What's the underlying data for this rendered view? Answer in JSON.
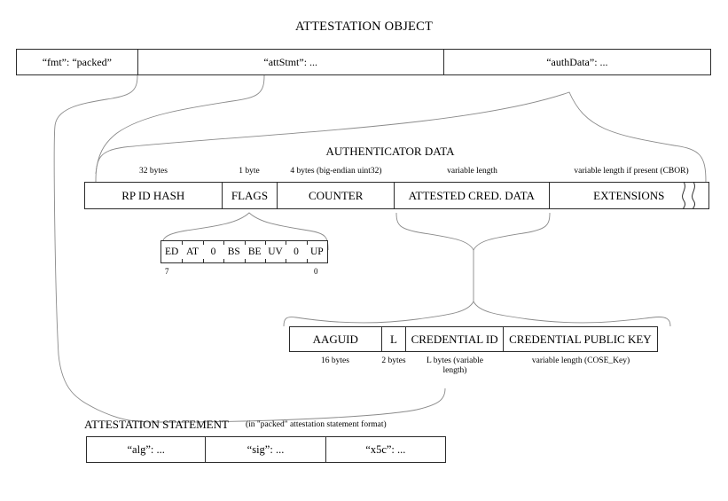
{
  "title": "ATTESTATION OBJECT",
  "attestation_object": {
    "fields": [
      {
        "label": "“fmt”: “packed”"
      },
      {
        "label": "“attStmt”: ..."
      },
      {
        "label": "“authData”: ..."
      }
    ]
  },
  "authenticator_data": {
    "title": "AUTHENTICATOR DATA",
    "fields": [
      {
        "label": "RP ID HASH",
        "size": "32 bytes"
      },
      {
        "label": "FLAGS",
        "size": "1 byte"
      },
      {
        "label": "COUNTER",
        "size": "4 bytes (big-endian uint32)"
      },
      {
        "label": "ATTESTED CRED. DATA",
        "size": "variable length"
      },
      {
        "label": "EXTENSIONS",
        "size": "variable length if present (CBOR)"
      }
    ]
  },
  "flags": {
    "bits": [
      "ED",
      "AT",
      "0",
      "BS",
      "BE",
      "UV",
      "0",
      "UP"
    ],
    "high_bit_label": "7",
    "low_bit_label": "0"
  },
  "attested_credential_data": {
    "fields": [
      {
        "label": "AAGUID",
        "size": "16 bytes"
      },
      {
        "label": "L",
        "size": "2 bytes"
      },
      {
        "label": "CREDENTIAL ID",
        "size": "L bytes\n(variable length)"
      },
      {
        "label": "CREDENTIAL PUBLIC KEY",
        "size": "variable length (COSE_Key)"
      }
    ]
  },
  "attestation_statement": {
    "title": "ATTESTATION STATEMENT",
    "note": "(in \"packed\" attestation statement format)",
    "fields": [
      {
        "label": "“alg”: ..."
      },
      {
        "label": "“sig”: ..."
      },
      {
        "label": "“x5c”: ..."
      }
    ]
  },
  "colors": {
    "background": "#ffffff",
    "ink": "#000000",
    "box_border": "#2b2b2b",
    "connector": "#8a8a8a"
  }
}
